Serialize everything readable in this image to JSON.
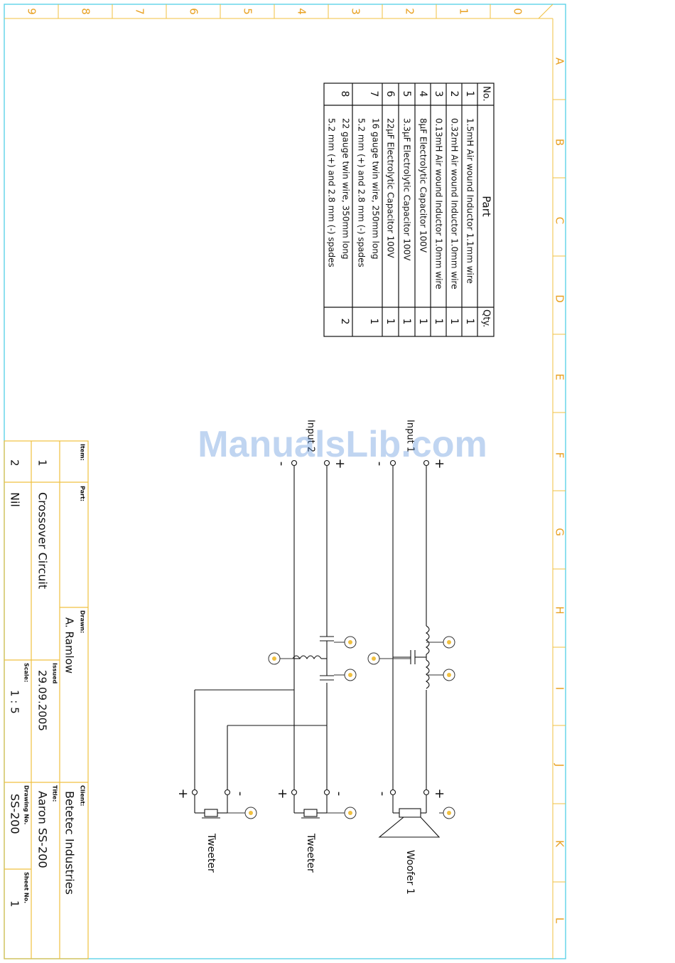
{
  "frame": {
    "top_numbers": [
      "9",
      "8",
      "7",
      "6",
      "5",
      "4",
      "3",
      "2",
      "1",
      "0"
    ],
    "right_letters": [
      "A",
      "B",
      "C",
      "D",
      "E",
      "F",
      "G",
      "H",
      "I",
      "J",
      "K",
      "L"
    ],
    "border_color": "#5ed3e8",
    "zone_color": "#f0c040"
  },
  "parts_table": {
    "header_no": "No.",
    "header_part": "Part",
    "header_qty": "Qty.",
    "rows": [
      {
        "no": "1",
        "part": "1.5mH Air wound Inductor 1.1mm wire",
        "qty": "1"
      },
      {
        "no": "2",
        "part": "0.32mH Air wound Inductor 1.0mm wire",
        "qty": "1"
      },
      {
        "no": "3",
        "part": "0.13mH Air wound Inductor 1.0mm wire",
        "qty": "1"
      },
      {
        "no": "4",
        "part": "8μF Electrolytic Capacitor 100V",
        "qty": "1"
      },
      {
        "no": "5",
        "part": "3.3μF Electrolytic Capacitor 100V",
        "qty": "1"
      },
      {
        "no": "6",
        "part": "22μF Electrolytic Capacitor 100V",
        "qty": "1"
      },
      {
        "no": "7",
        "part": "16 gauge twin wire, 250mm long",
        "part2": "5.2 mm (+) and 2.8 mm (-) spades",
        "qty": "1"
      },
      {
        "no": "8",
        "part": "22 gauge twin wire, 350mm long",
        "part2": "5.2 mm (+) and 2.8 mm (-) spades",
        "qty": "2"
      }
    ]
  },
  "schematic": {
    "input1_label": "Input 1",
    "input2_label": "Input 2",
    "plus": "+",
    "minus": "-",
    "woofer_label": "Woofer 1",
    "tweeter1_label": "Tweeter",
    "tweeter2_label": "Tweeter"
  },
  "title_block": {
    "item_label": "Item:",
    "part_label": "Part:",
    "drawn_label": "Drawn:",
    "drawn_value": "A. Ramlow",
    "issued_label": "Issued",
    "issued_value": "29.09.2005",
    "scale_label": "Scale:",
    "scale_value": "1 : 5",
    "client_label": "Client:",
    "client_value": "Betetec Industries",
    "title_label": "Title:",
    "title_value": "Aaron SS-200",
    "drawing_no_label": "Drawing No.",
    "drawing_no_value": "SS-200",
    "sheet_no_label": "Sheet No.",
    "sheet_no_value": "1",
    "row1_item": "1",
    "row1_part": "Crossover Circuit",
    "row2_item": "2",
    "row2_part": "Nil"
  },
  "watermark": "ManualsLib.com"
}
